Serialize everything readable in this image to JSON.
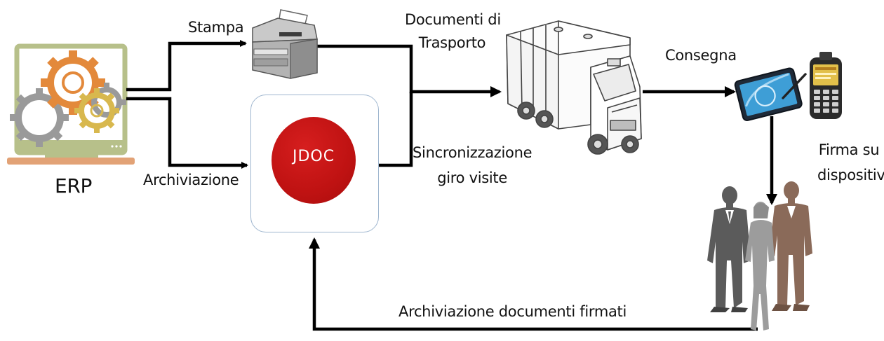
{
  "nodes": {
    "erp": {
      "label": "ERP"
    },
    "printer": {
      "label": "Stampa"
    },
    "jdoc": {
      "logo_text": "DOC",
      "logo_mark": "J",
      "color": "#c0141a"
    },
    "truck": {
      "label_line1": "Documenti di",
      "label_line2": "Trasporto"
    },
    "devices": {
      "label": "Consegna"
    },
    "signature": {
      "label_line1": "Firma su",
      "label_line2": "dispositivo"
    },
    "people": {
      "icon": "business-people-icon"
    }
  },
  "edges": {
    "archive": {
      "label": "Archiviazione"
    },
    "sync": {
      "label_line1": "Sincronizzazione",
      "label_line2": "giro visite"
    },
    "archive_signed": {
      "label": "Archiviazione documenti firmati"
    }
  },
  "icons": [
    "computer-gears-icon",
    "printer-icon",
    "truck-icon",
    "tablet-icon",
    "handheld-terminal-icon",
    "business-people-icon"
  ],
  "colors": {
    "gear_orange": "#e3893b",
    "gear_yellow": "#d8b84e",
    "gear_gray": "#9a9a9a",
    "monitor_frame": "#b7c08a",
    "jdoc_red": "#c0141a",
    "arrow": "#000000"
  }
}
